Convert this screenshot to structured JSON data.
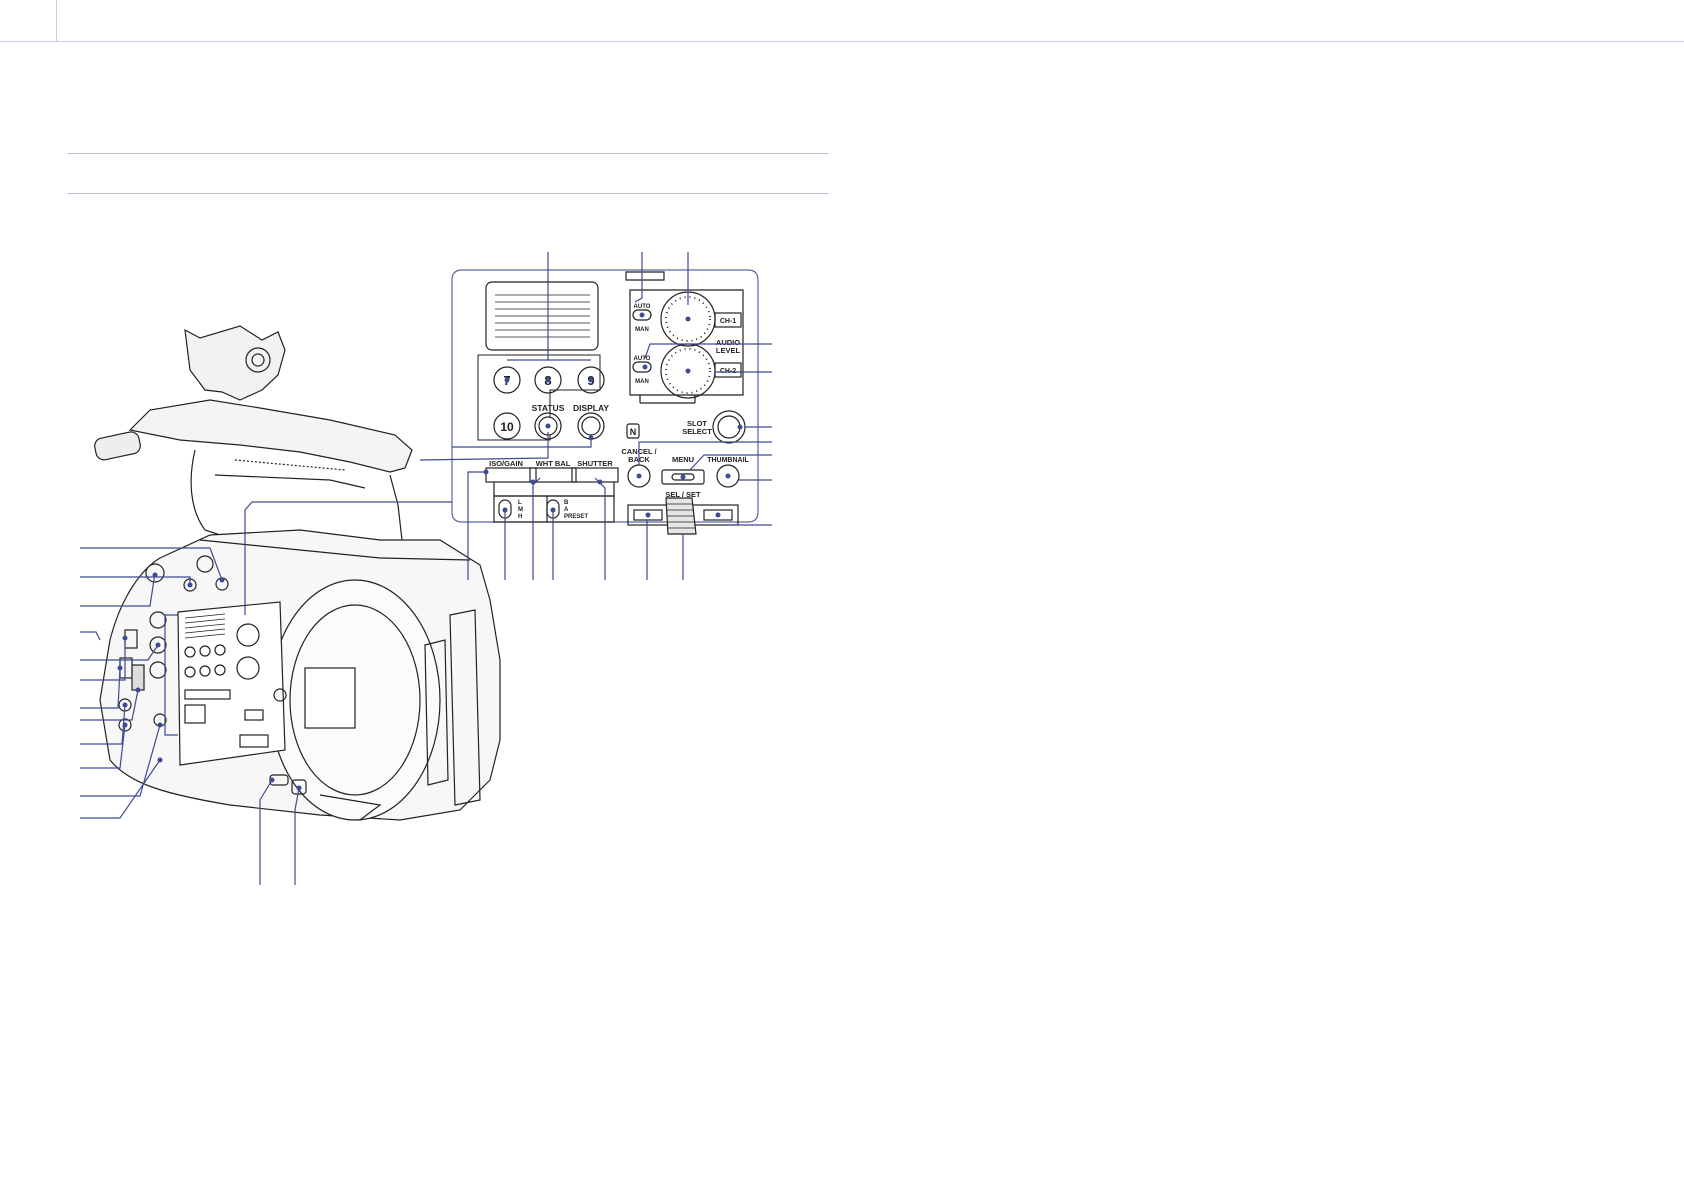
{
  "panel": {
    "buttons": {
      "b7": "7",
      "b8": "8",
      "b9": "9",
      "b10": "10",
      "status": "STATUS",
      "display": "DISPLAY",
      "iso_gain": "ISO/GAIN",
      "wht_bal": "WHT BAL",
      "shutter": "SHUTTER",
      "cancel_back_1": "CANCEL /",
      "cancel_back_2": "BACK",
      "menu": "MENU",
      "thumbnail": "THUMBNAIL",
      "slot_select_1": "SLOT",
      "slot_select_2": "SELECT",
      "sel_set": "SEL / SET"
    },
    "switches": {
      "auto": "AUTO",
      "man": "MAN",
      "ch1": "CH-1",
      "ch2": "CH-2",
      "audio_level_1": "AUDIO",
      "audio_level_2": "LEVEL",
      "gain_l": "L",
      "gain_m": "M",
      "gain_h": "H",
      "wb_b": "B",
      "wb_a": "A",
      "wb_preset": "PRESET",
      "nfc": "N"
    }
  },
  "colors": {
    "callout": "#3f4a94",
    "ink": "#222222",
    "rule": "#b9bee0"
  }
}
